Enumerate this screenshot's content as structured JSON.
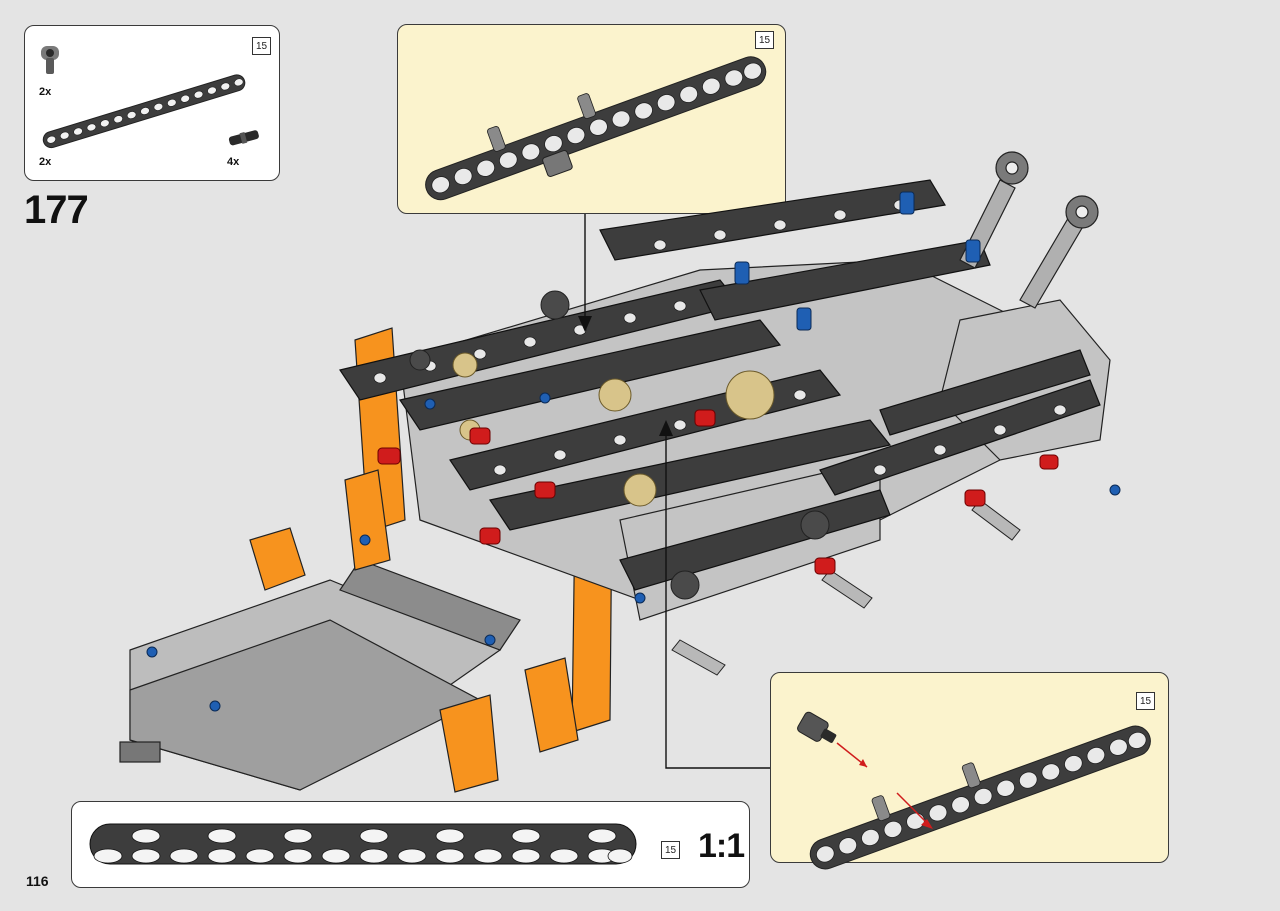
{
  "page": {
    "step_number": "177",
    "page_number": "116",
    "background_color": "#e4e4e4"
  },
  "parts_list": {
    "items": [
      {
        "part": "pin-connector",
        "quantity": "2x"
      },
      {
        "part": "beam-15",
        "quantity": "2x",
        "length_tag": "15"
      },
      {
        "part": "axle-pin",
        "quantity": "4x"
      }
    ]
  },
  "callout_top": {
    "length_tag": "15",
    "background_color": "#fbf3cd"
  },
  "callout_bottom": {
    "length_tag": "15",
    "background_color": "#fbf3cd"
  },
  "scale_box": {
    "length_tag": "15",
    "label": "1:1"
  },
  "colors": {
    "beam_dark": "#3d3d3d",
    "beam_light": "#a8a8a8",
    "accent_orange": "#f7931e",
    "pin_blue": "#1f5fb3",
    "pin_red": "#d01c1c",
    "gear_tan": "#d8c48a",
    "arrow": "#111111",
    "motion_arrow": "#d01c1c"
  }
}
